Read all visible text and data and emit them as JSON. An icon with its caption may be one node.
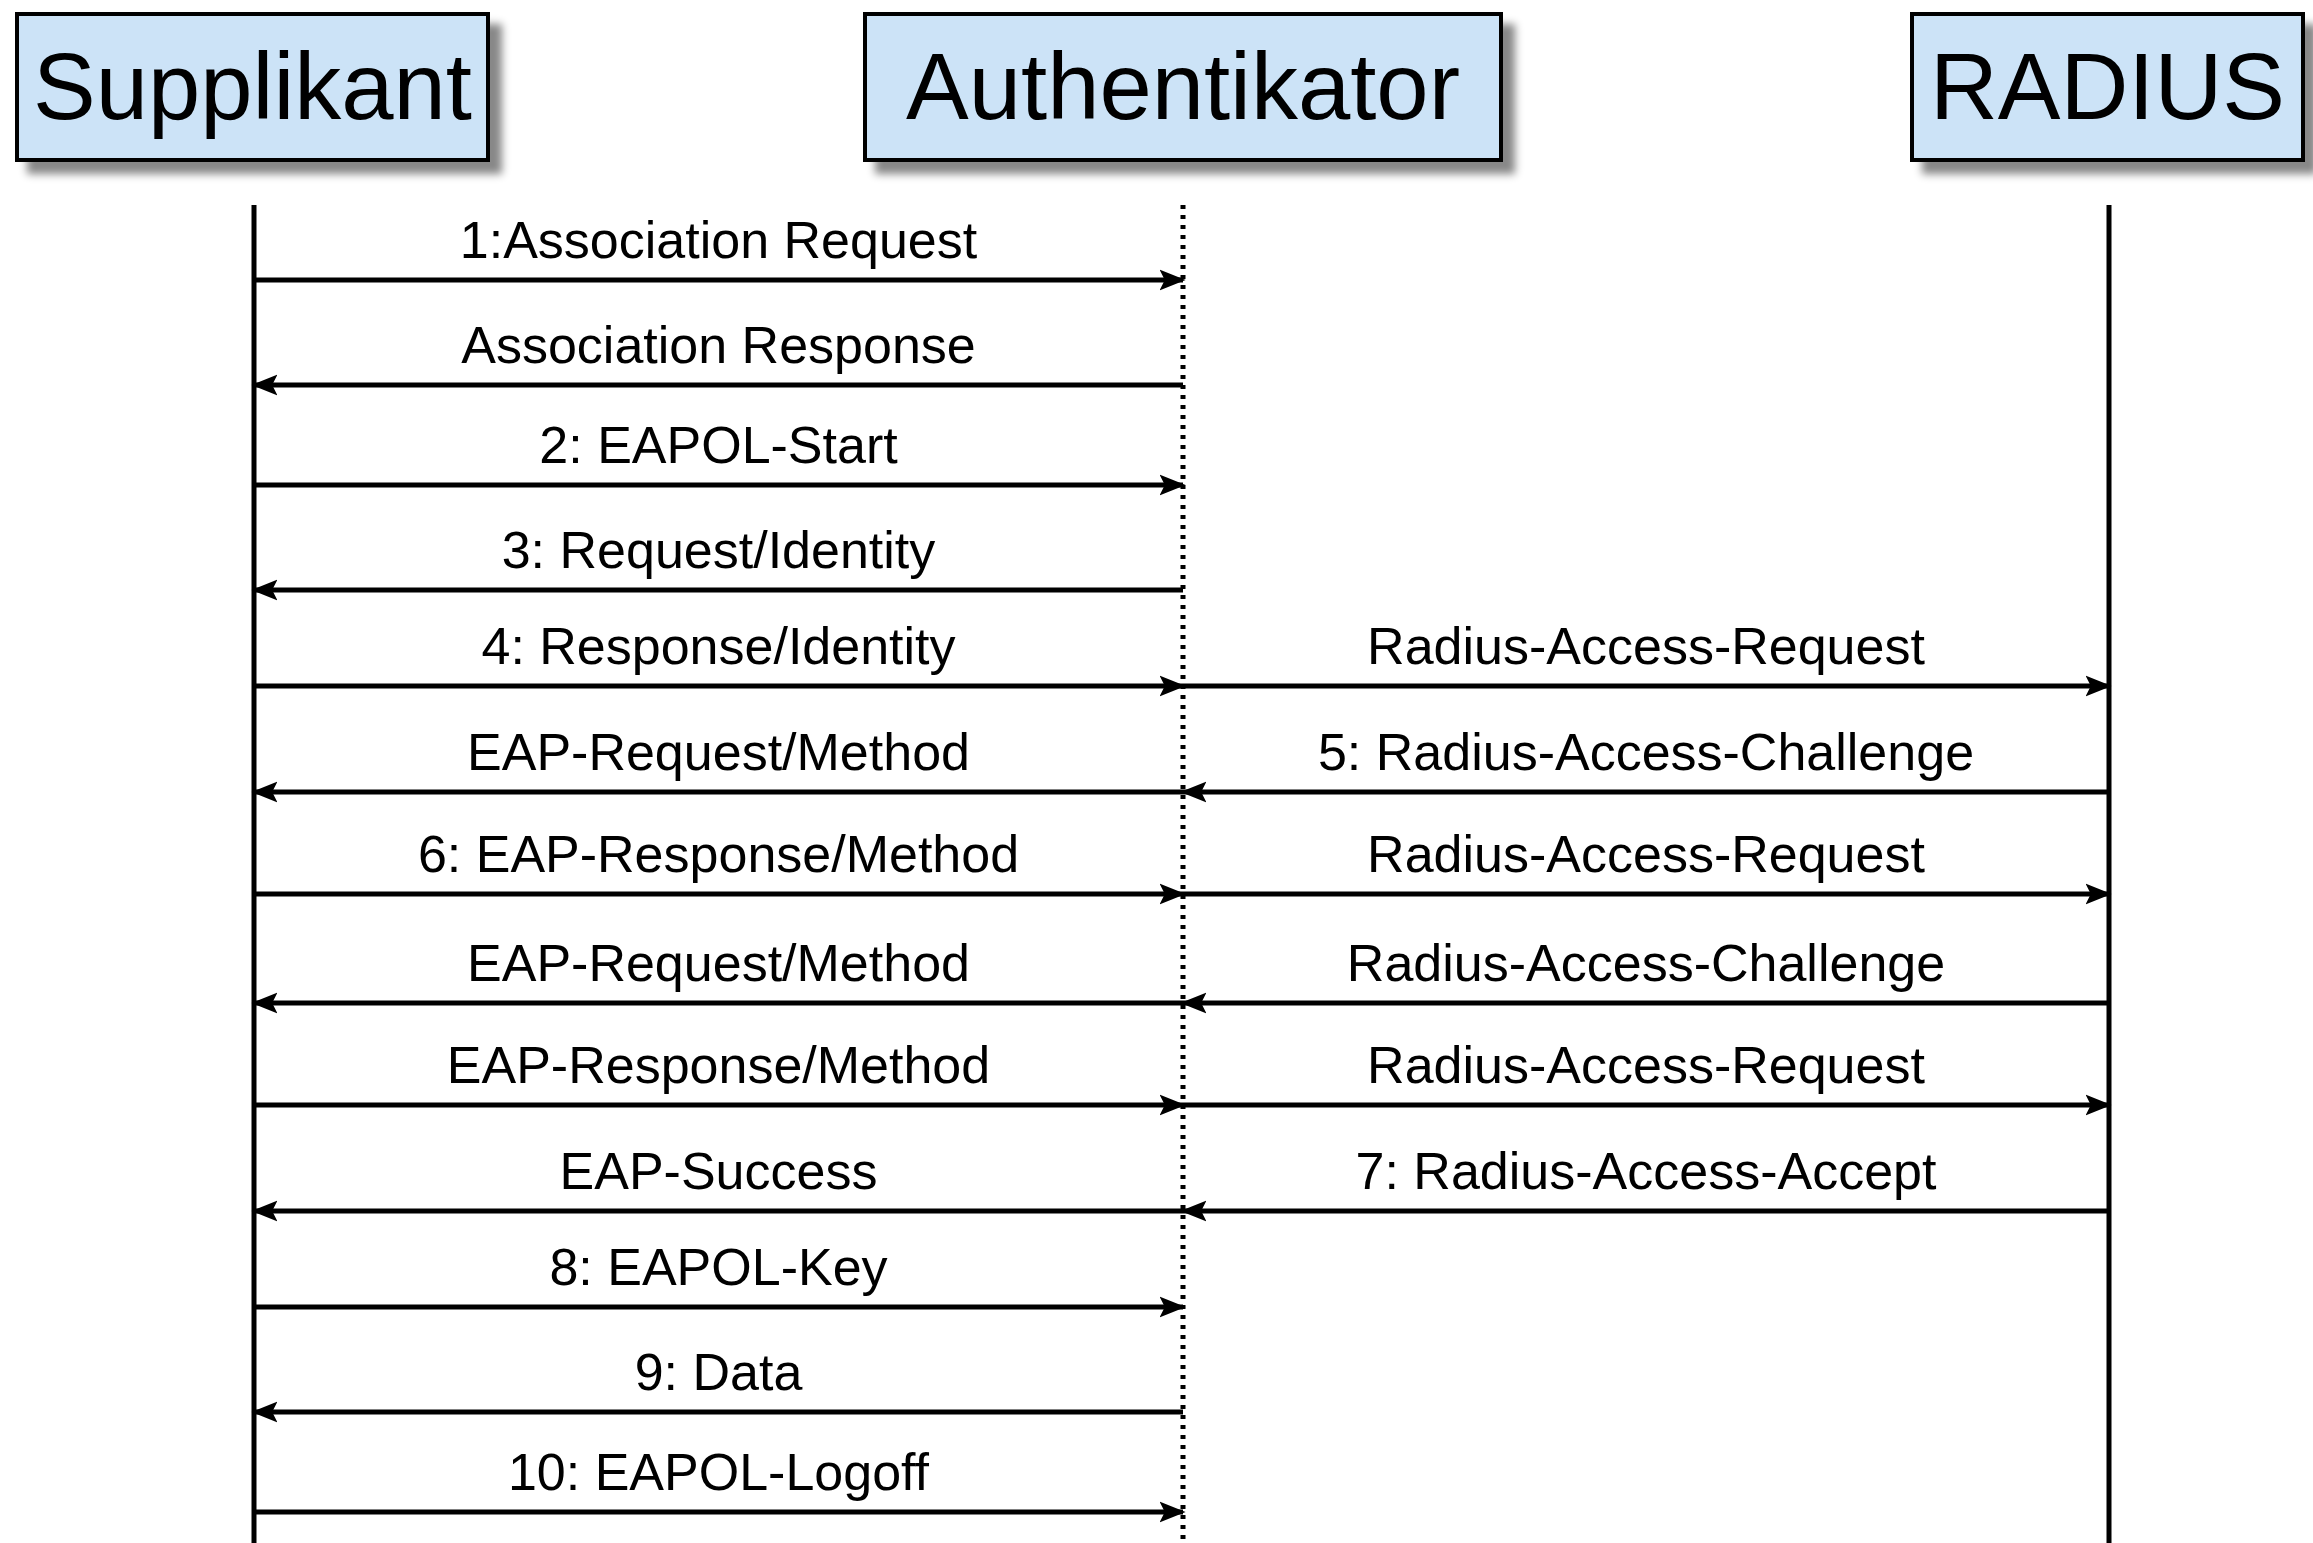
{
  "diagram": {
    "nodes": [
      {
        "text": [
          "Supplikant"
        ]
      },
      {
        "text": [
          "Authentikator"
        ]
      },
      {
        "text": [
          "RADIUS"
        ]
      }
    ],
    "edges": [
      {
        "from": 0,
        "to": 1,
        "arrow": "to",
        "label": "1:Association Request"
      },
      {
        "from": 1,
        "to": 0,
        "arrow": "to",
        "label": "Association Response"
      },
      {
        "from": 0,
        "to": 1,
        "arrow": "to",
        "label": "2: EAPOL-Start"
      },
      {
        "from": 1,
        "to": 0,
        "arrow": "to",
        "label": "3: Request/Identity"
      },
      {
        "from": 0,
        "to": 1,
        "arrow": "to",
        "label": "4: Response/Identity"
      },
      {
        "from": 1,
        "to": 2,
        "arrow": "to",
        "label": "Radius-Access-Request"
      },
      {
        "from": 1,
        "to": 0,
        "arrow": "to",
        "label": "EAP-Request/Method"
      },
      {
        "from": 2,
        "to": 1,
        "arrow": "to",
        "label": "5: Radius-Access-Challenge"
      },
      {
        "from": 0,
        "to": 1,
        "arrow": "to",
        "label": "6: EAP-Response/Method"
      },
      {
        "from": 1,
        "to": 2,
        "arrow": "to",
        "label": "Radius-Access-Request"
      },
      {
        "from": 1,
        "to": 0,
        "arrow": "to",
        "label": "EAP-Request/Method"
      },
      {
        "from": 2,
        "to": 1,
        "arrow": "to",
        "label": "Radius-Access-Challenge"
      },
      {
        "from": 0,
        "to": 1,
        "arrow": "to",
        "label": "EAP-Response/Method"
      },
      {
        "from": 1,
        "to": 2,
        "arrow": "to",
        "label": "Radius-Access-Request"
      },
      {
        "from": 1,
        "to": 0,
        "arrow": "to",
        "label": "EAP-Success"
      },
      {
        "from": 2,
        "to": 1,
        "arrow": "to",
        "label": "7: Radius-Access-Accept"
      },
      {
        "from": 0,
        "to": 1,
        "arrow": "to",
        "label": "8: EAPOL-Key"
      },
      {
        "from": 1,
        "to": 0,
        "arrow": "to",
        "label": "9: Data"
      },
      {
        "from": 0,
        "to": 1,
        "arrow": "to",
        "label": "10: EAPOL-Logoff"
      }
    ]
  }
}
